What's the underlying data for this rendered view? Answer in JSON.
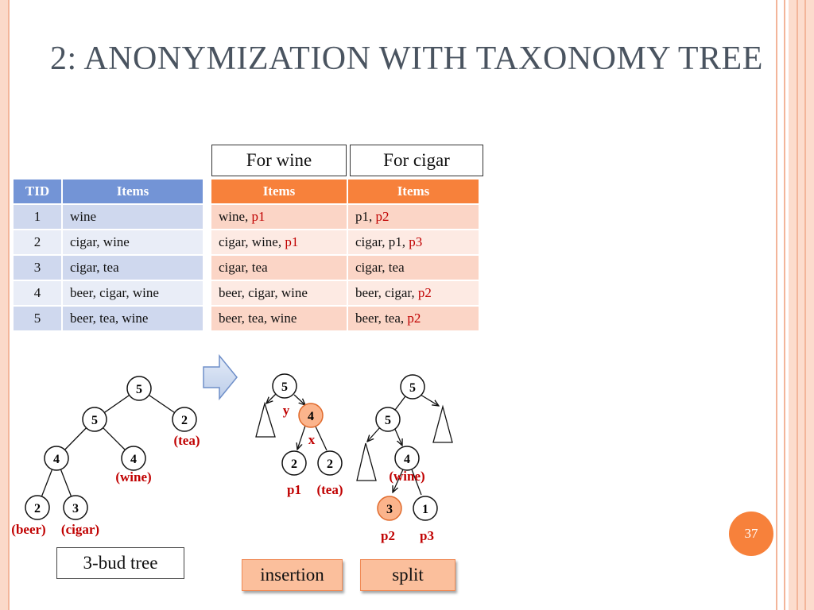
{
  "title": "2: ANONYMIZATION WITH TAXONOMY TREE",
  "headers": {
    "for_wine": "For wine",
    "for_cigar": "For cigar"
  },
  "original_table": {
    "columns": [
      "TID",
      "Items"
    ],
    "rows": [
      {
        "tid": "1",
        "items": "wine"
      },
      {
        "tid": "2",
        "items": "cigar, wine"
      },
      {
        "tid": "3",
        "items": "cigar, tea"
      },
      {
        "tid": "4",
        "items": "beer, cigar, wine"
      },
      {
        "tid": "5",
        "items": "beer, tea, wine"
      }
    ]
  },
  "wine_table": {
    "column": "Items",
    "rows": [
      {
        "base": "wine, ",
        "added": "p1"
      },
      {
        "base": "cigar, wine, ",
        "added": "p1"
      },
      {
        "base": "cigar, tea",
        "added": ""
      },
      {
        "base": "beer, cigar, wine",
        "added": ""
      },
      {
        "base": "beer, tea, wine",
        "added": ""
      }
    ]
  },
  "cigar_table": {
    "column": "Items",
    "rows": [
      {
        "base": "p1, ",
        "added": "p2"
      },
      {
        "base": "cigar, p1, ",
        "added": "p3"
      },
      {
        "base": "cigar, tea",
        "added": ""
      },
      {
        "base": "beer, cigar, ",
        "added": "p2"
      },
      {
        "base": "beer, tea, ",
        "added": "p2"
      }
    ]
  },
  "tree1": {
    "nodes": [
      "5",
      "5",
      "2",
      "4",
      "4",
      "2",
      "3"
    ],
    "labels": {
      "tea": "(tea)",
      "wine": "(wine)",
      "beer": "(beer)",
      "cigar": "(cigar)"
    }
  },
  "tree2": {
    "nodes": [
      "5",
      "4",
      "2",
      "2"
    ],
    "labels": {
      "y": "y",
      "x": "x",
      "p1": "p1",
      "tea": "(tea)"
    }
  },
  "tree3": {
    "nodes": [
      "5",
      "5",
      "4",
      "3",
      "1"
    ],
    "labels": {
      "wine": "(wine)",
      "p2": "p2",
      "p3": "p3"
    }
  },
  "captions": {
    "bud_tree": "3-bud tree",
    "insertion": "insertion",
    "split": "split"
  },
  "page_number": "37",
  "colors": {
    "accent_orange": "#f7813b",
    "header_blue": "#7394d6",
    "highlight_red": "#c00000",
    "highlight_node": "#fbb48c"
  }
}
